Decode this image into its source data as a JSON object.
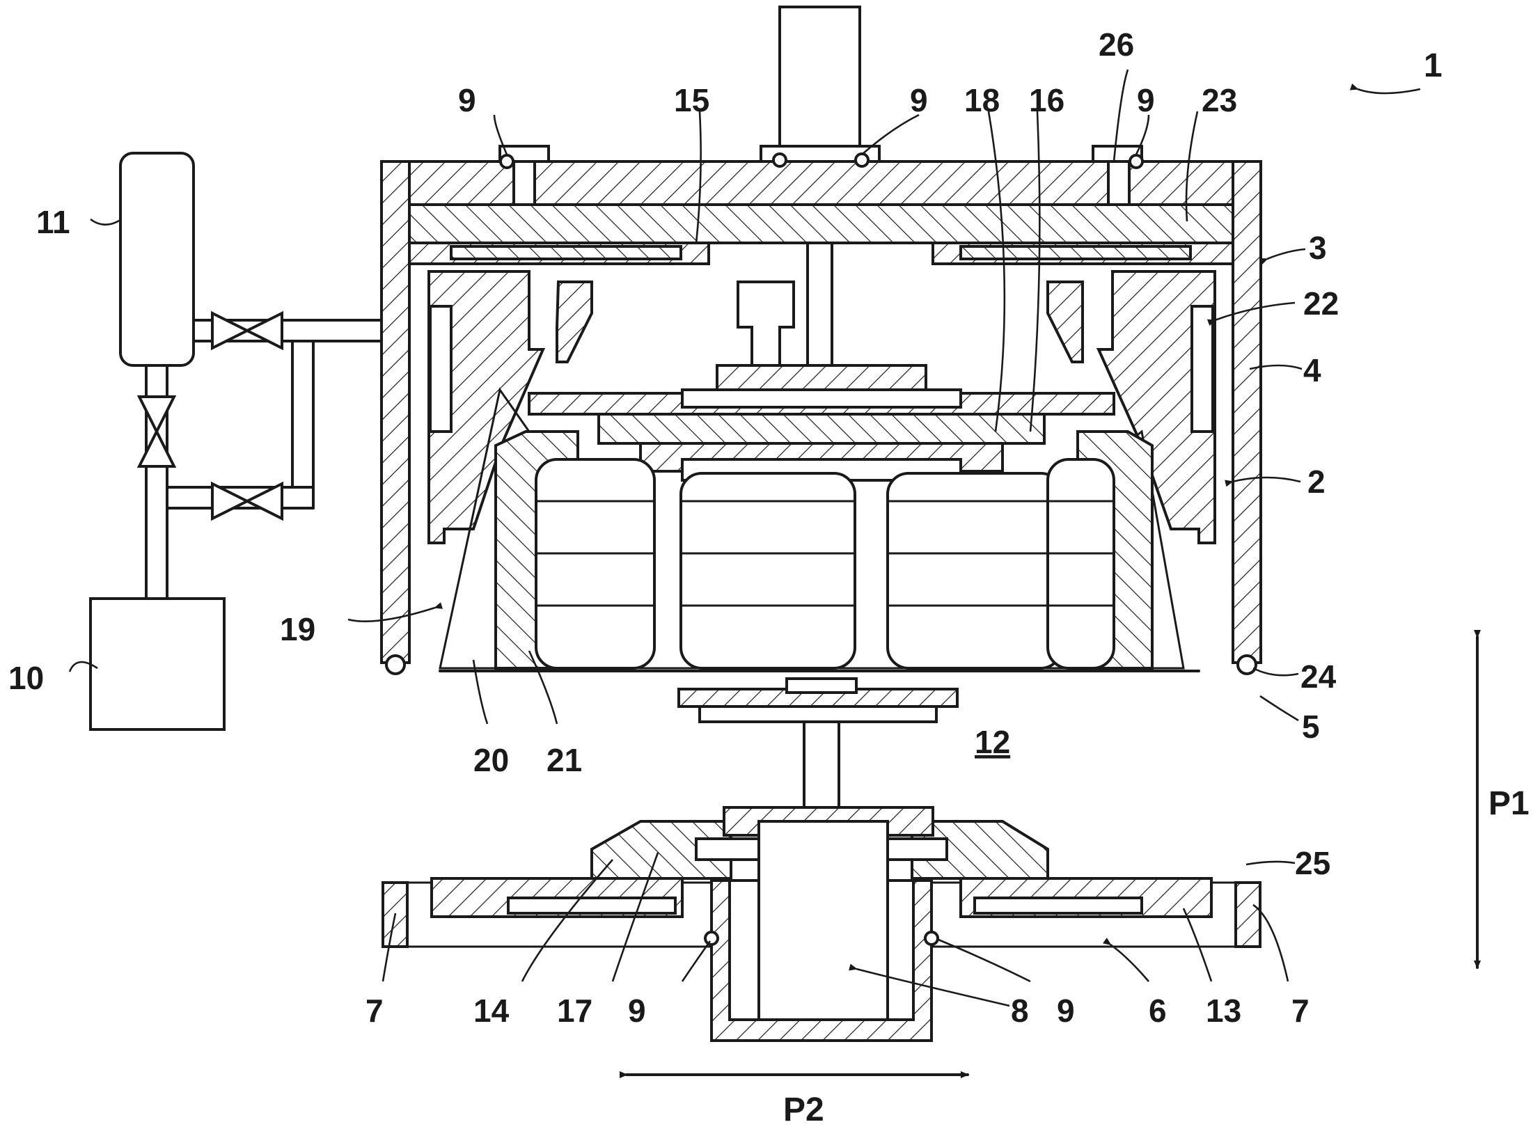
{
  "figure": {
    "assembly_label": "1",
    "reference_numerals": {
      "n2": "2",
      "n3": "3",
      "n4": "4",
      "n5": "5",
      "n6": "6",
      "n7_left": "7",
      "n7_right": "7",
      "n8": "8",
      "n9_top_left": "9",
      "n9_top_center": "9",
      "n9_top_right": "9",
      "n9_bottom_left": "9",
      "n9_bottom_right": "9",
      "n10": "10",
      "n11": "11",
      "n12": "12",
      "n13": "13",
      "n14": "14",
      "n15": "15",
      "n16": "16",
      "n17": "17",
      "n18": "18",
      "n19": "19",
      "n20": "20",
      "n21": "21",
      "n22": "22",
      "n23": "23",
      "n24": "24",
      "n25": "25",
      "n26": "26"
    },
    "direction_labels": {
      "p1": "P1",
      "p2": "P2"
    },
    "colors": {
      "line": "#1a1a1a",
      "background": "#ffffff"
    }
  }
}
